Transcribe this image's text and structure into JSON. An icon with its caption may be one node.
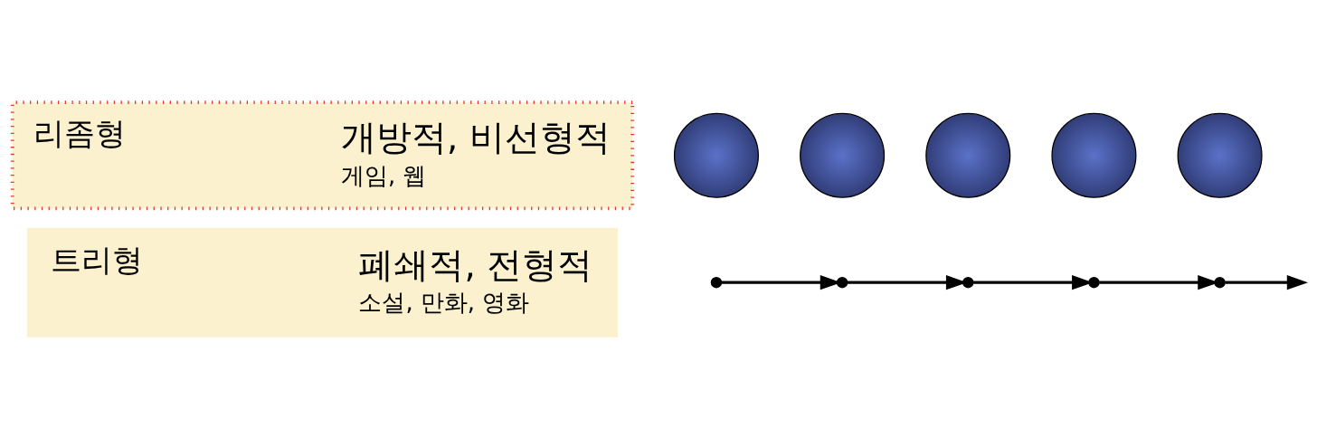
{
  "diagram": {
    "nodes": [
      {
        "text": [
          "트리형",
          "폐쇄적, 전형적",
          "소설, 만화, 영화"
        ]
      },
      {
        "text": [
          "리좀형",
          "개방적, 비선형적",
          "게임, 웹"
        ]
      },
      {
        "text": [],
        "shape": "dot"
      },
      {
        "text": [],
        "shape": "dot"
      },
      {
        "text": [],
        "shape": "dot"
      },
      {
        "text": [],
        "shape": "dot"
      },
      {
        "text": [],
        "shape": "dot"
      },
      {
        "text": [],
        "shape": "circle"
      },
      {
        "text": [],
        "shape": "circle"
      },
      {
        "text": [],
        "shape": "circle"
      },
      {
        "text": [],
        "shape": "circle"
      },
      {
        "text": [],
        "shape": "circle"
      }
    ],
    "edges": [
      {
        "from": 2,
        "to": 3,
        "arrow": "to"
      },
      {
        "from": 3,
        "to": 4,
        "arrow": "to"
      },
      {
        "from": 4,
        "to": 5,
        "arrow": "to"
      },
      {
        "from": 5,
        "to": 6,
        "arrow": "to"
      },
      {
        "from": 6,
        "to": null,
        "arrow": "to"
      }
    ]
  }
}
